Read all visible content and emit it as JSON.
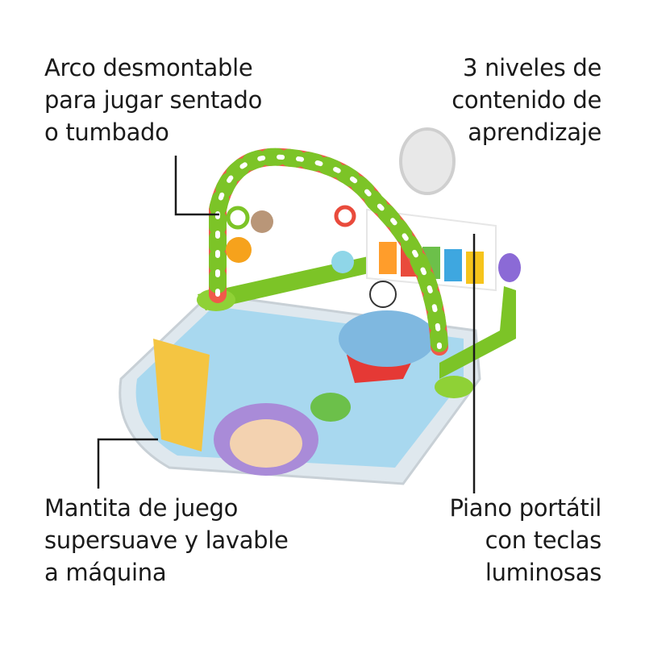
{
  "product_image": {
    "description_icon": "baby-piano-playmat"
  },
  "callouts": {
    "top_left": [
      "Arco desmontable",
      "para jugar sentado",
      "o tumbado"
    ],
    "top_right": [
      "3 niveles de",
      "contenido de",
      "aprendizaje"
    ],
    "bottom_left": [
      "Mantita de juego",
      "supersuave y lavable",
      "a máquina"
    ],
    "bottom_right": [
      "Piano portátil",
      "con teclas",
      "luminosas"
    ]
  },
  "colors": {
    "text": "#1a1a1a",
    "mat_green": "#7cc427",
    "mat_blue": "#8fc8e8"
  }
}
